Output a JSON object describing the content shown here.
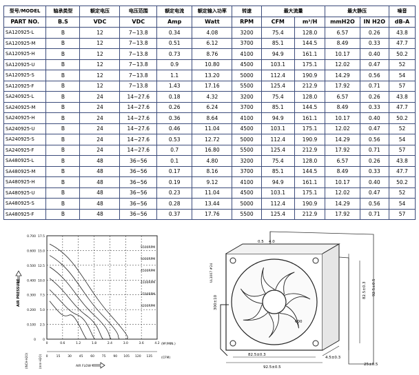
{
  "table": {
    "header_cn": [
      "型号/MODEL",
      "轴承类型",
      "额定电压",
      "电压范围",
      "额定电流",
      "额定输入功率",
      "转速",
      "最大流量",
      "最大静压",
      "噪音"
    ],
    "header_en": [
      "PART NO.",
      "B.S",
      "VDC",
      "VDC",
      "Amp",
      "Watt",
      "RPM",
      "CFM",
      "m³/H",
      "mmH2O",
      "IN H2O",
      "dB-A"
    ],
    "rows": [
      [
        "SA120925-L",
        "B",
        "12",
        "7~13.8",
        "0.34",
        "4.08",
        "3200",
        "75.4",
        "128.0",
        "6.57",
        "0.26",
        "43.8"
      ],
      [
        "SA120925-M",
        "B",
        "12",
        "7~13.8",
        "0.51",
        "6.12",
        "3700",
        "85.1",
        "144.5",
        "8.49",
        "0.33",
        "47.7"
      ],
      [
        "SA120925-H",
        "B",
        "12",
        "7~13.8",
        "0.73",
        "8.76",
        "4100",
        "94.9",
        "161.1",
        "10.17",
        "0.40",
        "50.2"
      ],
      [
        "SA120925-U",
        "B",
        "12",
        "7~13.8",
        "0.9",
        "10.80",
        "4500",
        "103.1",
        "175.1",
        "12.02",
        "0.47",
        "52"
      ],
      [
        "SA120925-S",
        "B",
        "12",
        "7~13.8",
        "1.1",
        "13.20",
        "5000",
        "112.4",
        "190.9",
        "14.29",
        "0.56",
        "54"
      ],
      [
        "SA120925-F",
        "B",
        "12",
        "7~13.8",
        "1.43",
        "17.16",
        "5500",
        "125.4",
        "212.9",
        "17.92",
        "0.71",
        "57"
      ],
      [
        "SA240925-L",
        "B",
        "24",
        "14~27.6",
        "0.18",
        "4.32",
        "3200",
        "75.4",
        "128.0",
        "6.57",
        "0.26",
        "43.8"
      ],
      [
        "SA240925-M",
        "B",
        "24",
        "14~27.6",
        "0.26",
        "6.24",
        "3700",
        "85.1",
        "144.5",
        "8.49",
        "0.33",
        "47.7"
      ],
      [
        "SA240925-H",
        "B",
        "24",
        "14~27.6",
        "0.36",
        "8.64",
        "4100",
        "94.9",
        "161.1",
        "10.17",
        "0.40",
        "50.2"
      ],
      [
        "SA240925-U",
        "B",
        "24",
        "14~27.6",
        "0.46",
        "11.04",
        "4500",
        "103.1",
        "175.1",
        "12.02",
        "0.47",
        "52"
      ],
      [
        "SA240925-S",
        "B",
        "24",
        "14~27.6",
        "0.53",
        "12.72",
        "5000",
        "112.4",
        "190.9",
        "14.29",
        "0.56",
        "54"
      ],
      [
        "SA240925-F",
        "B",
        "24",
        "14~27.6",
        "0.7",
        "16.80",
        "5500",
        "125.4",
        "212.9",
        "17.92",
        "0.71",
        "57"
      ],
      [
        "SA480925-L",
        "B",
        "48",
        "36~56",
        "0.1",
        "4.80",
        "3200",
        "75.4",
        "128.0",
        "6.57",
        "0.26",
        "43.8"
      ],
      [
        "SA480925-M",
        "B",
        "48",
        "36~56",
        "0.17",
        "8.16",
        "3700",
        "85.1",
        "144.5",
        "8.49",
        "0.33",
        "47.7"
      ],
      [
        "SA480925-H",
        "B",
        "48",
        "36~56",
        "0.19",
        "9.12",
        "4100",
        "94.9",
        "161.1",
        "10.17",
        "0.40",
        "50.2"
      ],
      [
        "SA480925-U",
        "B",
        "48",
        "36~56",
        "0.23",
        "11.04",
        "4500",
        "103.1",
        "175.1",
        "12.02",
        "0.47",
        "52"
      ],
      [
        "SA480925-S",
        "B",
        "48",
        "36~56",
        "0.28",
        "13.44",
        "5000",
        "112.4",
        "190.9",
        "14.29",
        "0.56",
        "54"
      ],
      [
        "SA480925-F",
        "B",
        "48",
        "36~56",
        "0.37",
        "17.76",
        "5500",
        "125.4",
        "212.9",
        "17.92",
        "0.71",
        "57"
      ]
    ]
  },
  "curve": {
    "y_label": "AIR PRESSURE",
    "y_ticks_mm": [
      "0",
      "2.5",
      "5.0",
      "7.5",
      "10.0",
      "12.5",
      "15.0",
      "17.5"
    ],
    "y_ticks_in": [
      "0",
      "0.100",
      "0.200",
      "0.300",
      "0.400",
      "0.500",
      "0.600",
      "0.700"
    ],
    "y_unit_in": "(INCH-H2O)",
    "y_unit_mm": "(mm-H2O)",
    "x_ticks_m3": [
      "0",
      "0.6",
      "1.2",
      "1.8",
      "2.4",
      "3.0",
      "3.6",
      "4.2"
    ],
    "x_ticks_cfm": [
      "0",
      "15",
      "30",
      "45",
      "60",
      "75",
      "90",
      "105",
      "120",
      "135"
    ],
    "x_unit_m3": "(M³/MIN.)",
    "x_unit_cfm": "(CFM)",
    "x_label": "AIR FLOW",
    "series": [
      "5500RPM",
      "5000RPM",
      "4500RPM",
      "4100RPM",
      "3700RPM",
      "3200RPM"
    ]
  },
  "drawing": {
    "dims": [
      "92.5±0.5",
      "82.5±0.3",
      "4.5±0.3",
      "25±0.5",
      "0.5",
      "4.0",
      "4",
      "92.5±0.5",
      "82.5±0.3",
      "300±10",
      "UL1007 #24",
      "600"
    ]
  }
}
